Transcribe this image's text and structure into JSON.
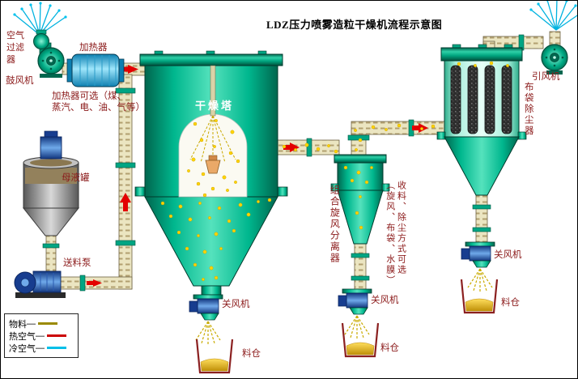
{
  "title": "LDZ压力喷雾造粒干燥机流程示意图",
  "components": {
    "air_filter": {
      "label": "空气过滤器"
    },
    "blower": {
      "label": "鼓风机"
    },
    "heater": {
      "label": "加热器",
      "note_line1": "加热器可选（煤、",
      "note_line2": "蒸汽、电、油、气等）"
    },
    "drying_tower": {
      "label": "干燥塔"
    },
    "mother_tank": {
      "label": "母液罐"
    },
    "feed_pump": {
      "label": "送料泵"
    },
    "cyclone": {
      "label": "组合旋风分离器",
      "note_col1": "（旋风、布袋、水膜）",
      "note_col2": "收料、除尘方式可选"
    },
    "bag_filter": {
      "label": "布袋除尘器"
    },
    "draft_fan": {
      "label": "引风机"
    },
    "tower_valve": {
      "label": "关风机"
    },
    "cyclone_valve": {
      "label": "关风机"
    },
    "bag_valve": {
      "label": "关风机"
    },
    "tower_bin": {
      "label": "料仓"
    },
    "cyclone_bin": {
      "label": "料仓"
    },
    "bag_bin": {
      "label": "料仓"
    }
  },
  "legend": {
    "items": [
      {
        "label": "物料",
        "color": "#9a8a00"
      },
      {
        "label": "热空气",
        "color": "#cc0000"
      },
      {
        "label": "冷空气",
        "color": "#00bfe8"
      }
    ]
  },
  "colors": {
    "equipment_teal": "#00b78e",
    "pipe_beige": "#ebe5c1",
    "particles_yellow": "#ffd400",
    "label_red": "#8b1a1a"
  }
}
